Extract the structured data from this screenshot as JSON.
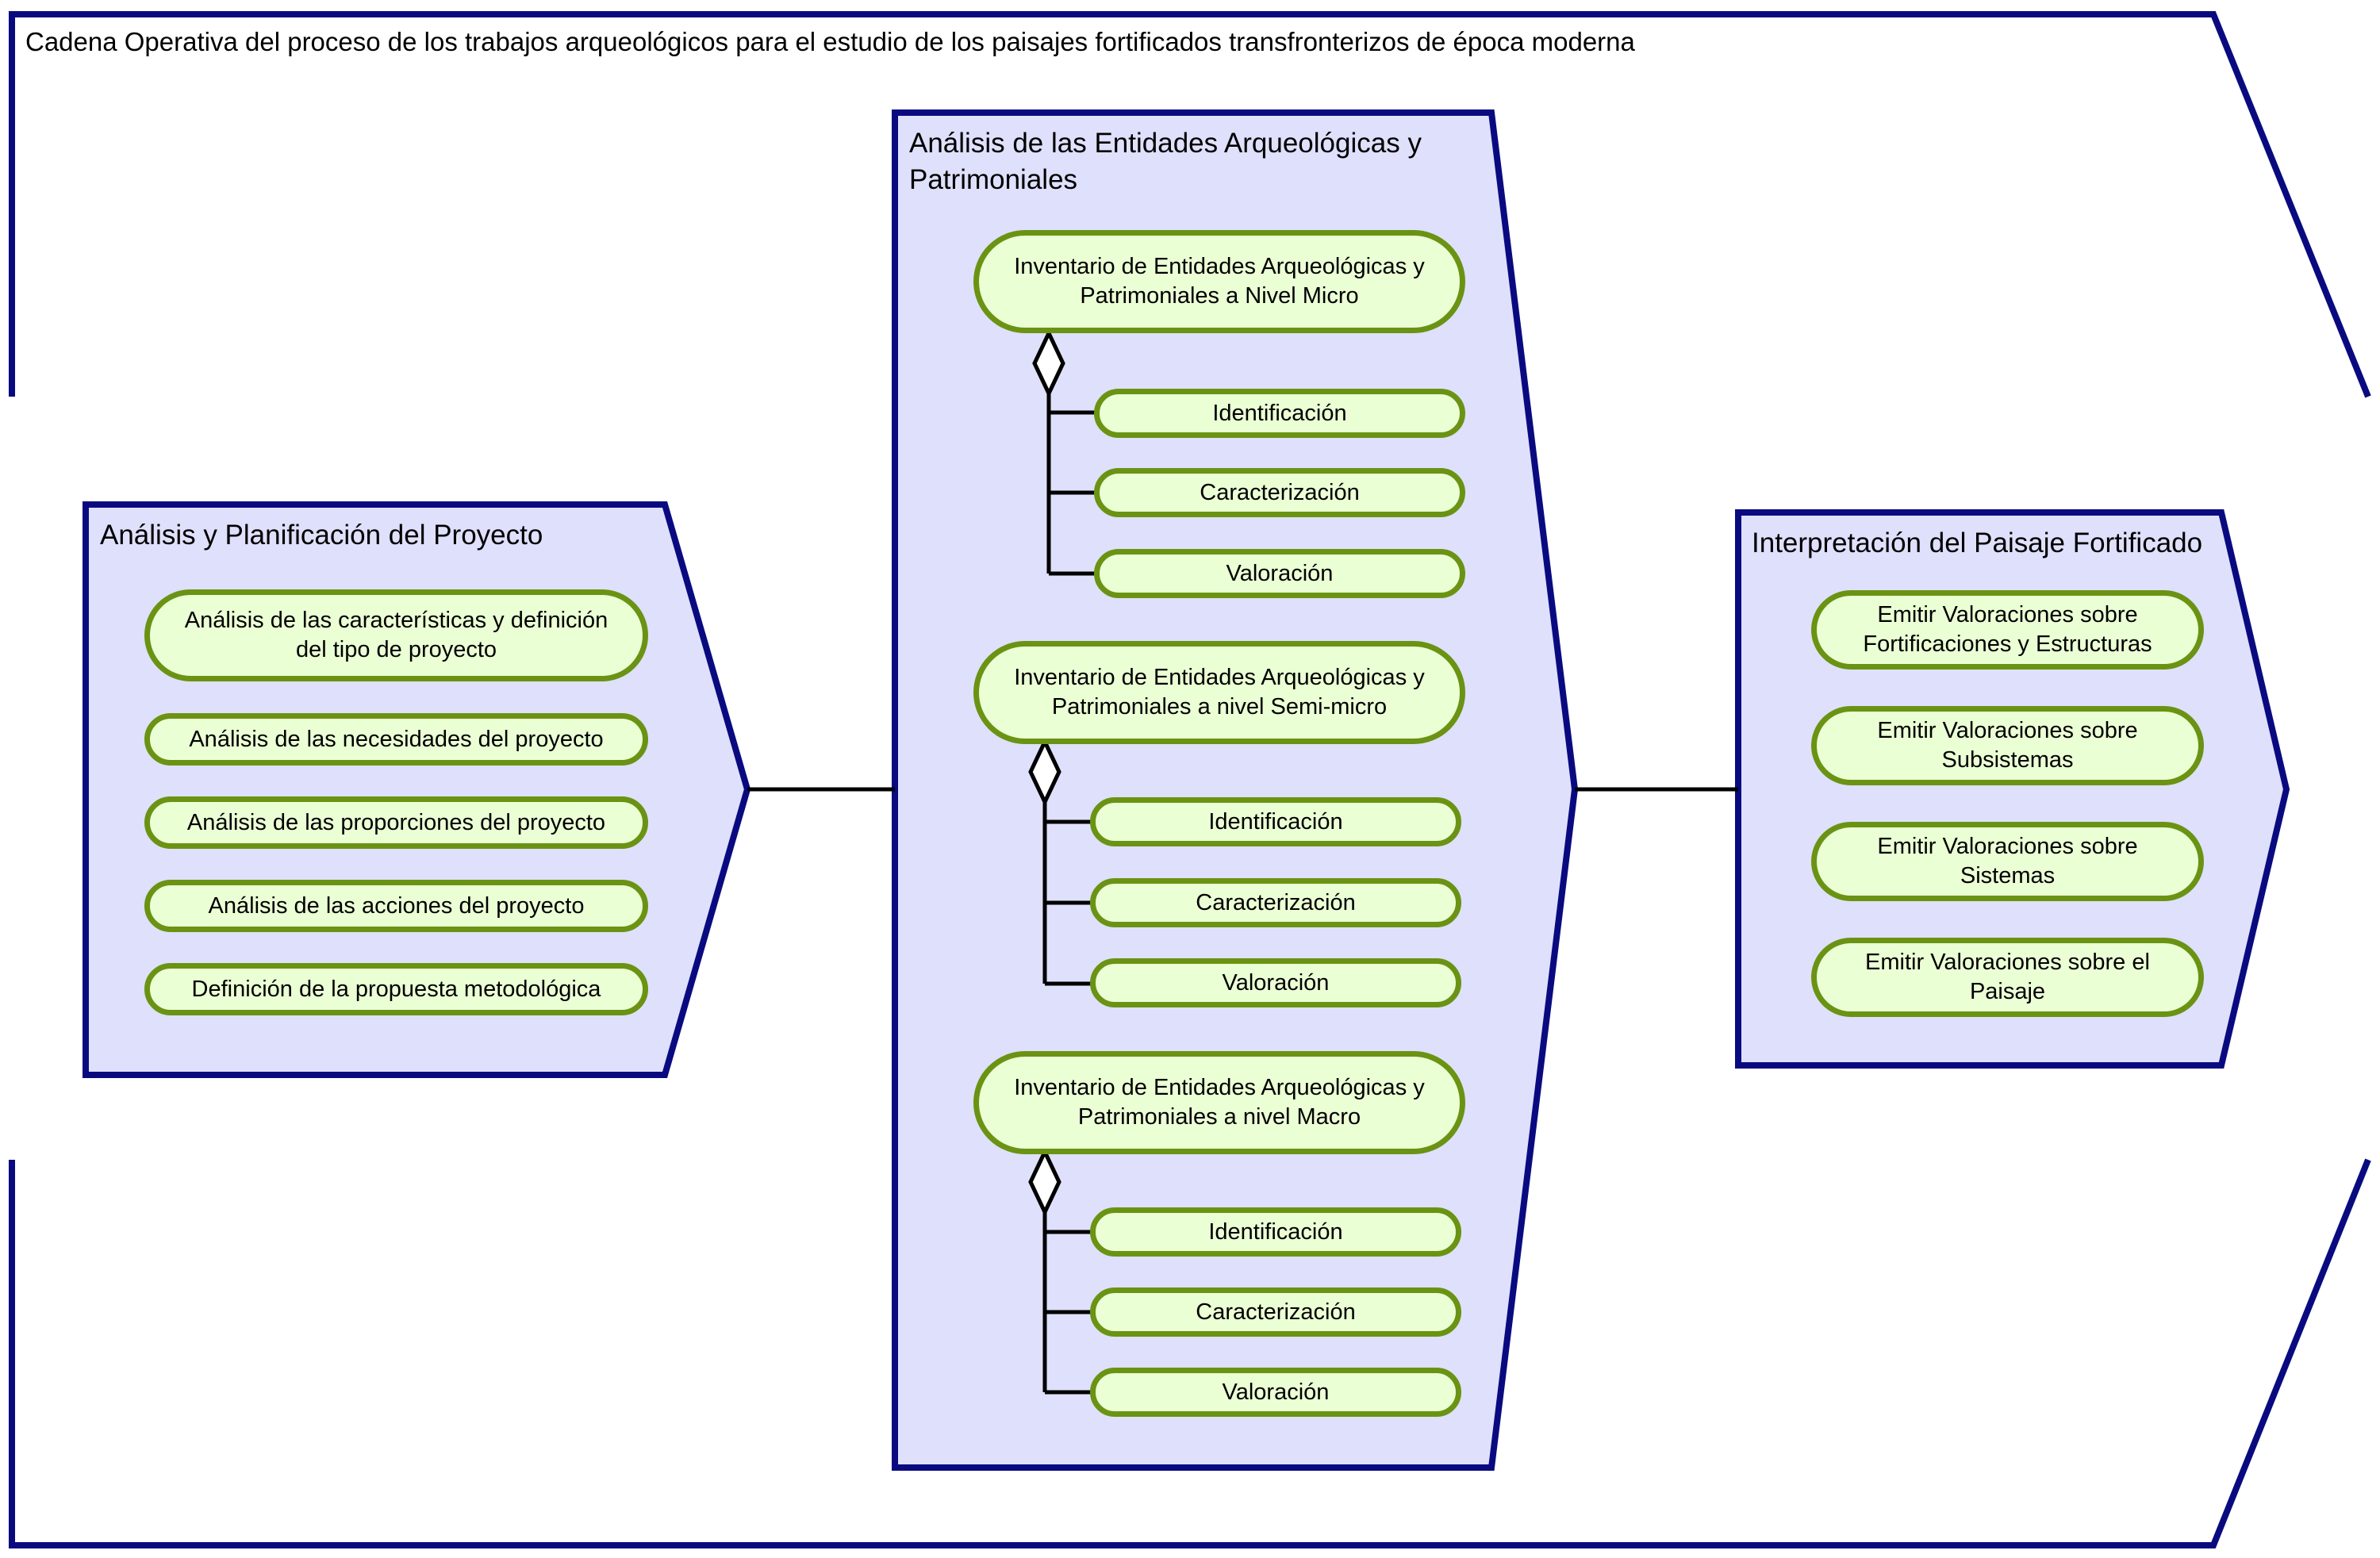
{
  "diagram": {
    "title": "Cadena Operativa del proceso de los trabajos arqueológicos para el estudio de los paisajes fortificados transfronterizos de época moderna",
    "colors": {
      "frame_stroke": "#0a0a80",
      "phase_fill": "#dfe0fb",
      "pill_fill": "#ebffd5",
      "pill_stroke": "#6a9313",
      "connector": "#000000"
    },
    "phases": [
      {
        "title": "Análisis y Planificación del Proyecto",
        "steps": [
          "Análisis de las características y definición del tipo de proyecto",
          "Análisis de las necesidades del proyecto",
          "Análisis de las proporciones del proyecto",
          "Análisis de las acciones del proyecto",
          "Definición de la propuesta metodológica"
        ]
      },
      {
        "title": "Análisis de las Entidades Arqueológicas y Patrimoniales",
        "groups": [
          {
            "title": "Inventario de Entidades Arqueológicas y Patrimoniales a Nivel Micro",
            "steps": [
              "Identificación",
              "Caracterización",
              "Valoración"
            ]
          },
          {
            "title": "Inventario de Entidades Arqueológicas y Patrimoniales a nivel Semi-micro",
            "steps": [
              "Identificación",
              "Caracterización",
              "Valoración"
            ]
          },
          {
            "title": "Inventario de Entidades Arqueológicas y Patrimoniales a nivel Macro",
            "steps": [
              "Identificación",
              "Caracterización",
              "Valoración"
            ]
          }
        ]
      },
      {
        "title": "Interpretación del Paisaje Fortificado",
        "steps": [
          "Emitir Valoraciones sobre Fortificaciones y Estructuras",
          "Emitir Valoraciones sobre Subsistemas",
          "Emitir Valoraciones sobre Sistemas",
          "Emitir Valoraciones sobre el Paisaje"
        ]
      }
    ]
  }
}
